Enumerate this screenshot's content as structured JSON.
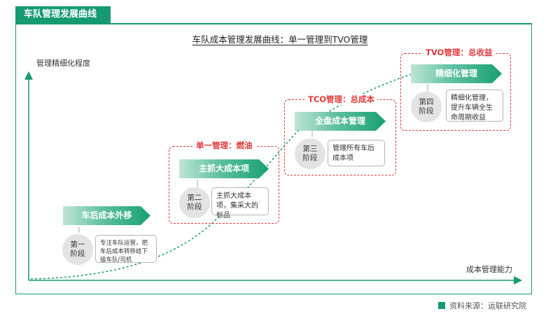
{
  "header": {
    "title": "车队管理发展曲线"
  },
  "diagram": {
    "title": "车队成本管理发展曲线：单一管理到TVO管理",
    "y_axis_label": "管理精细化程度",
    "x_axis_label": "成本管理能力",
    "stages": [
      {
        "band": "车后成本外移",
        "circle_line1": "第一",
        "circle_line2": "阶段",
        "description": "专注车队运营，把车后成本转移给下级车队/司机"
      },
      {
        "band": "主抓大成本项",
        "circle_line1": "第二",
        "circle_line2": "阶段",
        "description": "主抓大成本项，集采大的标品",
        "tag": "单一管理：燃油"
      },
      {
        "band": "全盘成本管理",
        "circle_line1": "第三",
        "circle_line2": "阶段",
        "description": "管理所有车后成本项",
        "tag": "TCO管理：总成本"
      },
      {
        "band": "精细化管理",
        "circle_line1": "第四",
        "circle_line2": "阶段",
        "description": "精细化管理，提升车辆全生命周期收益",
        "tag": "TVO管理：总收益"
      }
    ]
  },
  "footer": {
    "source": "资料来源：运联研究院"
  },
  "colors": {
    "brand_green": "#159a72",
    "accent_red": "#e0393b"
  }
}
